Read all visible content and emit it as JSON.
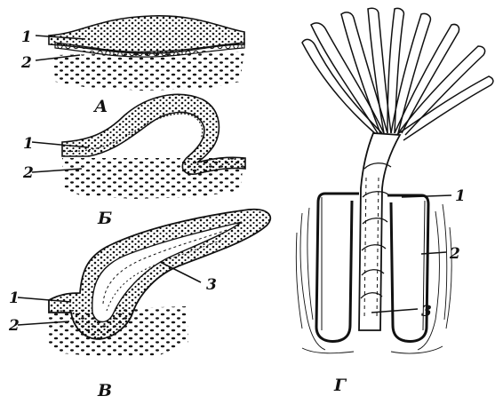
{
  "stages": {
    "a": "А",
    "b": "Б",
    "v": "В",
    "g": "Г"
  },
  "labels": {
    "one": "1",
    "two": "2",
    "three": "3"
  },
  "colors": {
    "ink": "#111111",
    "background": "#ffffff"
  }
}
